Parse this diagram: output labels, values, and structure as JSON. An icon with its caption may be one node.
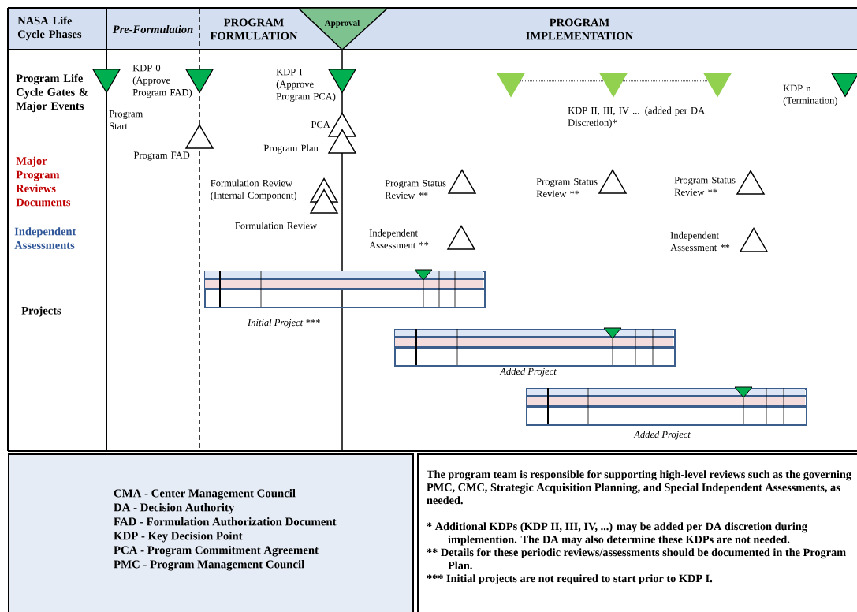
{
  "diagram": {
    "nodes": [
      {
        "text": [
          "NASA Life Cycle Phases"
        ]
      },
      {
        "text": [
          "Pre-Formulation"
        ]
      },
      {
        "text": [
          "PROGRAM FORMULATION"
        ]
      },
      {
        "text": [
          "Approval"
        ]
      },
      {
        "text": [
          "PROGRAM IMPLEMENTATION"
        ]
      },
      {
        "text": [],
        "shape": "triangle",
        "beside": [
          "Program Start"
        ]
      },
      {
        "text": [],
        "shape": "triangle",
        "beside": [
          "KDP 0 (Approve Program FAD)"
        ]
      },
      {
        "text": [],
        "shape": "triangle",
        "beside": [
          "KDP I (Approve Program PCA)"
        ]
      },
      {
        "text": [],
        "shape": "triangle"
      },
      {
        "text": [],
        "shape": "triangle",
        "beside": [
          "KDP II, III, IV ... (added per DA Discretion)*"
        ]
      },
      {
        "text": [],
        "shape": "triangle"
      },
      {
        "text": [],
        "shape": "triangle",
        "beside": [
          "KDP n (Termination)"
        ]
      },
      {
        "text": [],
        "shape": "triangle",
        "beside": [
          "Program FAD"
        ]
      },
      {
        "text": [],
        "shape": "triangle",
        "beside": [
          "PCA"
        ]
      },
      {
        "text": [],
        "shape": "triangle",
        "beside": [
          "Program Plan"
        ]
      },
      {
        "text": [],
        "shape": "triangle",
        "beside": [
          "Formulation Review (Internal Component)"
        ]
      },
      {
        "text": [],
        "shape": "triangle",
        "beside": [
          "Formulation Review"
        ]
      },
      {
        "text": [],
        "shape": "triangle",
        "beside": [
          "Program Status Review **"
        ]
      },
      {
        "text": [],
        "shape": "triangle",
        "beside": [
          "Program Status Review **"
        ]
      },
      {
        "text": [],
        "shape": "triangle",
        "beside": [
          "Program Status Review **"
        ]
      },
      {
        "text": [],
        "shape": "triangle",
        "beside": [
          "Independent Assessment **"
        ]
      },
      {
        "text": [],
        "shape": "triangle",
        "beside": [
          "Independent Assessment **"
        ]
      },
      {
        "text": [],
        "shape": "bar",
        "beside": [
          "Initial Project ***"
        ]
      },
      {
        "text": [],
        "shape": "bar",
        "beside": [
          "Added Project"
        ]
      },
      {
        "text": [],
        "shape": "bar",
        "beside": [
          "Added Project"
        ]
      },
      {
        "text": [
          "CMA - Center Management Council",
          "DA - Decision Authority",
          "FAD - Formulation Authorization Document",
          "KDP - Key Decision Point",
          "PCA - Program Commitment Agreement",
          "PMC - Program Management Council"
        ]
      },
      {
        "text": [
          "The program team is responsible for supporting high-level reviews such as the governing PMC, CMC, Strategic Acquisition Planning, and Special Independent Assessments, as needed.",
          "* Additional KDPs (KDP II, III, IV, ...) may be added per DA discretion during implemention. The DA may also determine these KDPs are not needed.",
          "** Details for these periodic reviews/assessments should be documented in the Program Plan.",
          "*** Initial projects are not required to start prior to KDP I."
        ]
      }
    ],
    "edges": [
      {
        "from": 8,
        "to": 9,
        "arrow": "none",
        "style": "dashed"
      },
      {
        "from": 9,
        "to": 10,
        "arrow": "none",
        "style": "dashed"
      }
    ],
    "labels": [
      "Program Life Cycle Gates & Major Events",
      "Major Program Reviews Documents",
      "Independent Assessments",
      "Projects"
    ]
  }
}
